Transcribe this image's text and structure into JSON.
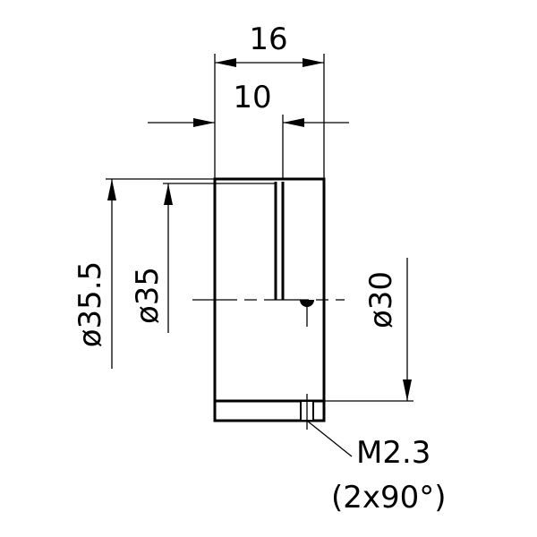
{
  "dimensions": {
    "overall_length": "16",
    "inner_length": "10",
    "outer_diameter": "ø35.5",
    "bore_diameter": "ø35",
    "inner_diameter": "ø30"
  },
  "callout": {
    "thread": "M2.3",
    "count": "(2x90°)"
  }
}
